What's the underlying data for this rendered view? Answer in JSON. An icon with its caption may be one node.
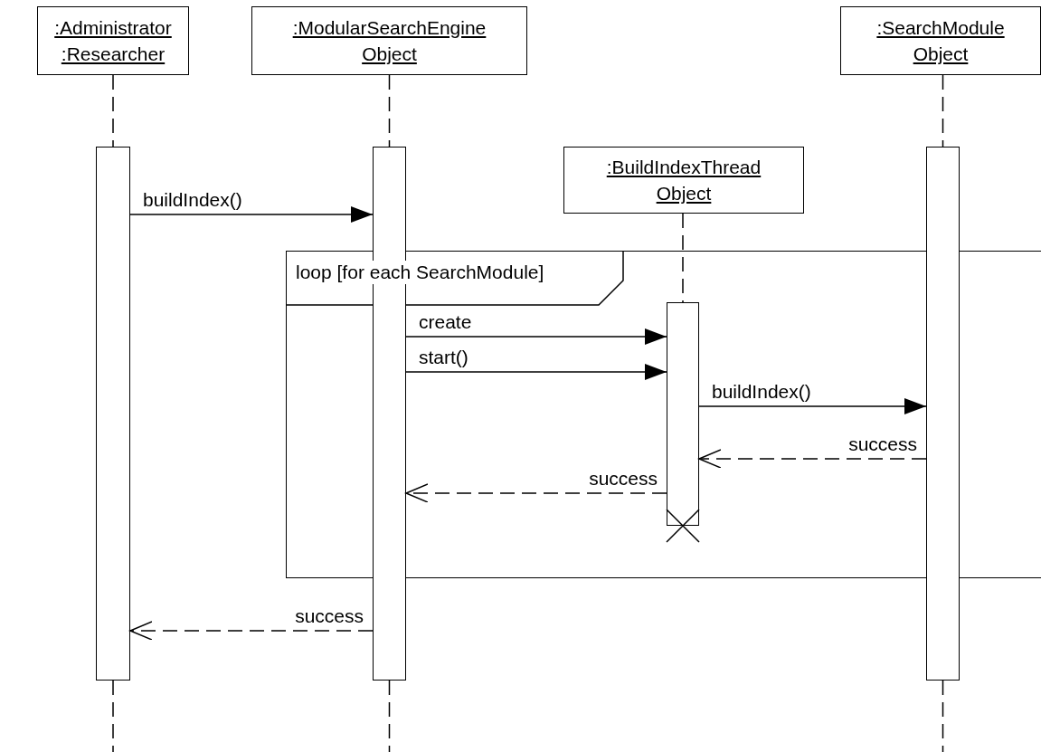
{
  "diagram": {
    "nodes": [
      {
        "text": [
          ":Administrator :Researcher"
        ]
      },
      {
        "text": [
          ":ModularSearchEngine Object"
        ]
      },
      {
        "text": [
          ":BuildIndexThread Object"
        ]
      },
      {
        "text": [
          ":SearchModule Object"
        ]
      },
      {
        "text": [
          "loop [for each SearchModule]"
        ]
      },
      {
        "text": [],
        "shape": "bar"
      },
      {
        "text": [],
        "shape": "bar"
      },
      {
        "text": [],
        "shape": "bar",
        "in": 4
      },
      {
        "text": [],
        "shape": "bar"
      }
    ],
    "edges": [
      {
        "from": 0,
        "to": 5,
        "arrow": "none",
        "style": "dashed"
      },
      {
        "from": 1,
        "to": 6,
        "arrow": "none",
        "style": "dashed"
      },
      {
        "from": 2,
        "to": 7,
        "arrow": "none",
        "style": "dashed"
      },
      {
        "from": 3,
        "to": 8,
        "arrow": "none",
        "style": "dashed"
      },
      {
        "from": 5,
        "to": 6,
        "arrow": "to",
        "label": "buildIndex()"
      },
      {
        "from": 6,
        "to": 7,
        "arrow": "to",
        "label": "create"
      },
      {
        "from": 6,
        "to": 7,
        "arrow": "to",
        "label": "start()"
      },
      {
        "from": 7,
        "to": 8,
        "arrow": "to",
        "label": "buildIndex()"
      },
      {
        "from": 8,
        "to": 7,
        "arrow": "to",
        "label": "success",
        "style": "dashed"
      },
      {
        "from": 7,
        "to": 6,
        "arrow": "to",
        "label": "success",
        "style": "dashed"
      },
      {
        "from": 6,
        "to": 5,
        "arrow": "to",
        "label": "success",
        "style": "dashed"
      }
    ]
  }
}
